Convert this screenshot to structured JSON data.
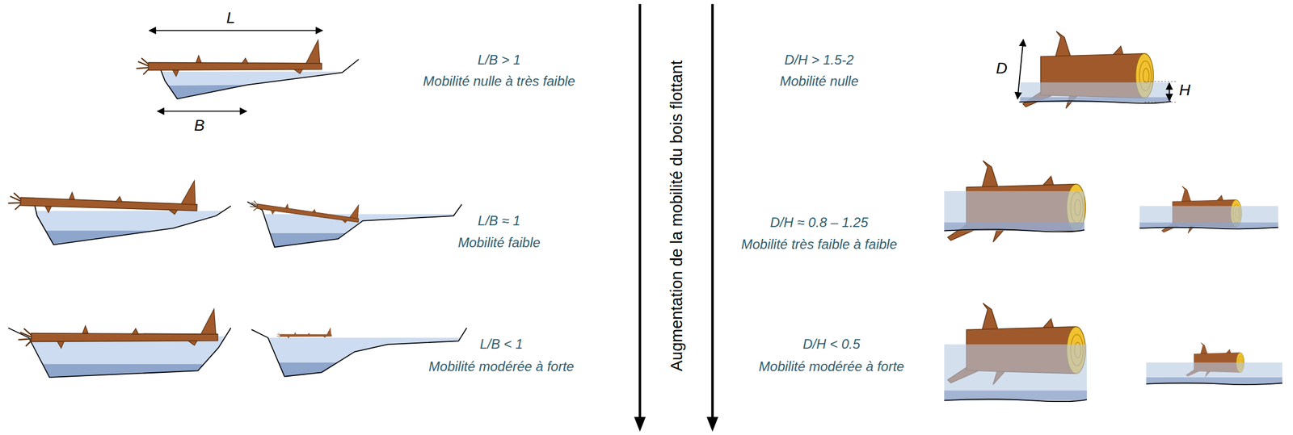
{
  "diagram": {
    "labels": [
      "L",
      "B",
      "L/B > 1",
      "Mobilité nulle à très faible",
      "L/B ≈ 1",
      "Mobilité faible",
      "L/B < 1",
      "Mobilité modérée à forte",
      "Augmentation de la mobilité du bois flottant",
      "D/H > 1.5-2",
      "Mobilité nulle",
      "D",
      "H",
      "D/H ≈ 0.8 – 1.25",
      "Mobilité très faible à faible",
      "D/H < 0.5",
      "Mobilité modérée à forte"
    ]
  }
}
